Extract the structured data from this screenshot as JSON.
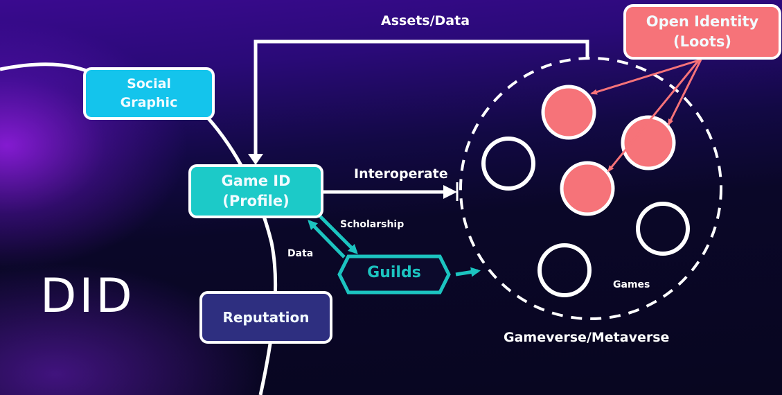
{
  "title": "DID",
  "nodes": {
    "social_graphic": {
      "line1": "Social",
      "line2": "Graphic",
      "color": "#14c4ec"
    },
    "game_id": {
      "line1": "Game ID",
      "line2": "(Profile)",
      "color": "#1ccac8"
    },
    "reputation": {
      "label": "Reputation",
      "color": "#2e2f80"
    },
    "guilds": {
      "label": "Guilds",
      "color": "#1cc4c0"
    },
    "open_identity": {
      "line1": "Open Identity",
      "line2": "(Loots)",
      "color": "#f67379"
    }
  },
  "edge_labels": {
    "assets_data": "Assets/Data",
    "interoperate": "Interoperate",
    "scholarship": "Scholarship",
    "data": "Data",
    "games": "Games",
    "gameverse": "Gameverse/Metaverse"
  },
  "colors": {
    "accent_teal": "#1cc4c0",
    "accent_pink": "#f67379",
    "line_white": "#ffffff"
  }
}
